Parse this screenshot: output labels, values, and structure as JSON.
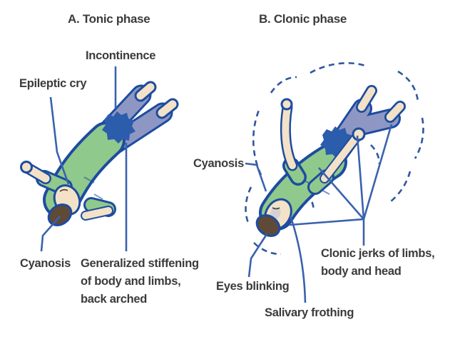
{
  "diagram": {
    "panel_a": {
      "title": "A. Tonic phase",
      "labels": {
        "incontinence": "Incontinence",
        "epileptic_cry": "Epileptic cry",
        "cyanosis": "Cyanosis",
        "generalized_stiffening": "Generalized stiffening\nof body and limbs,\nback arched"
      }
    },
    "panel_b": {
      "title": "B. Clonic phase",
      "labels": {
        "cyanosis": "Cyanosis",
        "eyes_blinking": "Eyes blinking",
        "salivary_frothing": "Salivary frothing",
        "clonic_jerks": "Clonic jerks of limbs,\nbody and head"
      }
    },
    "colors": {
      "figure_outline": "#1d4c9f",
      "leader_line": "#3a62ae",
      "shirt_green": "#90c98c",
      "pants_blue": "#8e97c4",
      "wet_patch_blue": "#2c5cac",
      "skin": "#f3e2c8",
      "hair_brown": "#5f4a38",
      "label_text": "#3b3b3b",
      "background": "#ffffff"
    }
  }
}
